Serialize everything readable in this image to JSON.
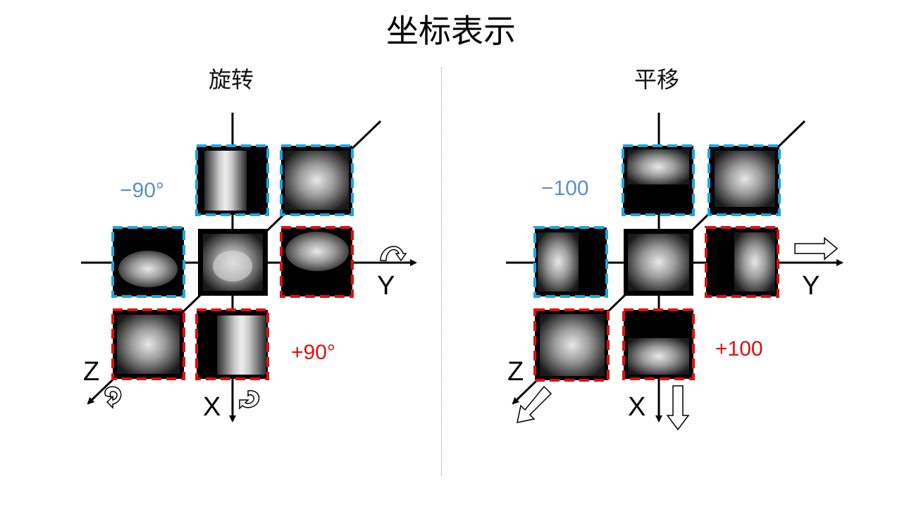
{
  "page": {
    "title": "坐标表示"
  },
  "left_panel": {
    "heading": "旋转",
    "negative_label": "−90°",
    "positive_label": "+90°",
    "axis_y": "Y",
    "axis_z": "Z",
    "axis_x": "X"
  },
  "right_panel": {
    "heading": "平移",
    "negative_label": "−100",
    "positive_label": "+100",
    "axis_y": "Y",
    "axis_z": "Z",
    "axis_x": "X"
  },
  "colors": {
    "negative_frame": "#1aa7e0",
    "positive_frame": "#e01010",
    "negative_text": "#5b8fc9",
    "positive_text": "#e01010"
  }
}
